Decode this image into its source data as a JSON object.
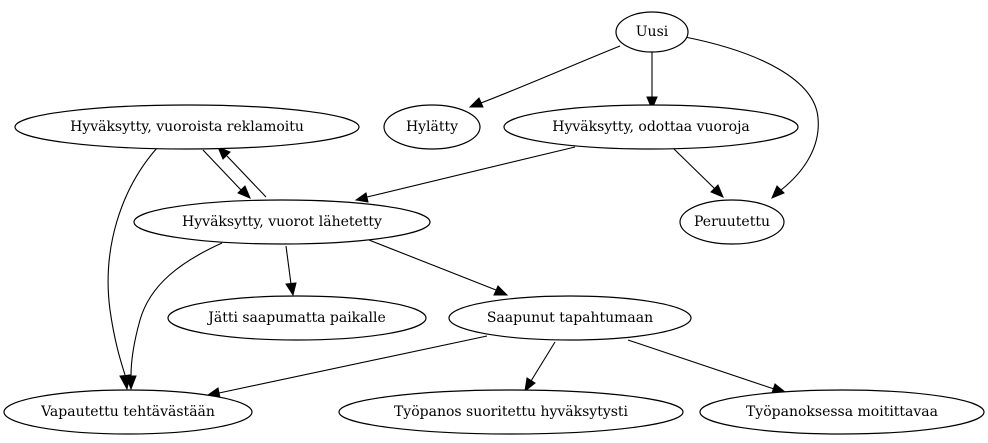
{
  "nodes": {
    "uusi": "Uusi",
    "hylatty": "Hylätty",
    "odottaa": "Hyväksytty, odottaa vuoroja",
    "reklamoitu": "Hyväksytty, vuoroista reklamoitu",
    "lahetetty": "Hyväksytty, vuorot lähetetty",
    "peruutettu": "Peruutettu",
    "jatti": "Jätti saapumatta paikalle",
    "saapunut": "Saapunut tapahtumaan",
    "vapautettu": "Vapautettu tehtävästään",
    "suoritettu": "Työpanos suoritettu hyväksytysti",
    "moitittavaa": "Työpanoksessa moitittavaa"
  },
  "edges": [
    {
      "from": "uusi",
      "to": "hylatty"
    },
    {
      "from": "uusi",
      "to": "odottaa"
    },
    {
      "from": "uusi",
      "to": "peruutettu"
    },
    {
      "from": "odottaa",
      "to": "peruutettu"
    },
    {
      "from": "odottaa",
      "to": "lahetetty"
    },
    {
      "from": "reklamoitu",
      "to": "lahetetty"
    },
    {
      "from": "lahetetty",
      "to": "reklamoitu"
    },
    {
      "from": "reklamoitu",
      "to": "vapautettu"
    },
    {
      "from": "lahetetty",
      "to": "vapautettu"
    },
    {
      "from": "lahetetty",
      "to": "jatti"
    },
    {
      "from": "lahetetty",
      "to": "saapunut"
    },
    {
      "from": "saapunut",
      "to": "vapautettu"
    },
    {
      "from": "saapunut",
      "to": "suoritettu"
    },
    {
      "from": "saapunut",
      "to": "moitittavaa"
    }
  ]
}
